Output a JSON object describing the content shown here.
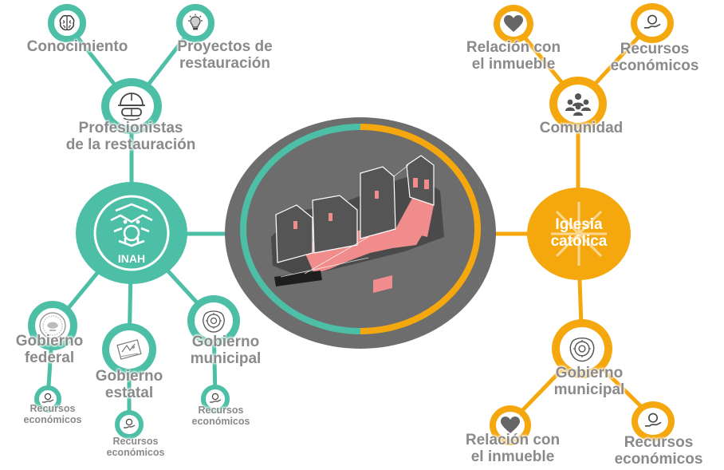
{
  "colors": {
    "teal": "#4dbfa6",
    "gold": "#f5a80d",
    "center_bg": "#6d6d6d",
    "label": "#8a8a8a",
    "building_accent": "#f08c8c"
  },
  "center": {
    "icon": "church-building-illustration"
  },
  "left": {
    "conocimiento": {
      "label": "Conocimiento",
      "icon": "brain-icon"
    },
    "proyectos": {
      "label": "Proyectos de\nrestauración",
      "icon": "lightbulb-icon"
    },
    "profesionistas": {
      "label": "Profesionistas\nde la restauración",
      "icon": "hardhat-goggles-icon"
    },
    "inah": {
      "label": "INAH",
      "icon": "inah-logo"
    },
    "gob_federal": {
      "label": "Gobierno\nfederal",
      "icon": "federal-seal-icon"
    },
    "gob_estatal": {
      "label": "Gobierno\nestatal",
      "icon": "state-seal-icon"
    },
    "gob_municipal": {
      "label": "Gobierno\nmunicipal",
      "icon": "municipal-seal-icon"
    },
    "recursos_federal": {
      "label": "Recursos\neconómicos",
      "icon": "hand-coin-icon"
    },
    "recursos_estatal": {
      "label": "Recursos\neconómicos",
      "icon": "hand-coin-icon"
    },
    "recursos_municipal": {
      "label": "Recursos\neconómicos",
      "icon": "hand-coin-icon"
    }
  },
  "right": {
    "relacion_top": {
      "label": "Relación con\nel inmueble",
      "icon": "heart-icon"
    },
    "recursos_top": {
      "label": "Recursos\neconómicos",
      "icon": "hand-coin-icon"
    },
    "comunidad": {
      "label": "Comunidad",
      "icon": "people-group-icon"
    },
    "iglesia": {
      "label": "Iglesia\ncatólica"
    },
    "gob_municipal": {
      "label": "Gobierno\nmunicipal",
      "icon": "municipal-seal-icon"
    },
    "relacion_bottom": {
      "label": "Relación con\nel inmueble",
      "icon": "heart-icon"
    },
    "recursos_bottom": {
      "label": "Recursos\neconómicos",
      "icon": "hand-coin-icon"
    }
  }
}
